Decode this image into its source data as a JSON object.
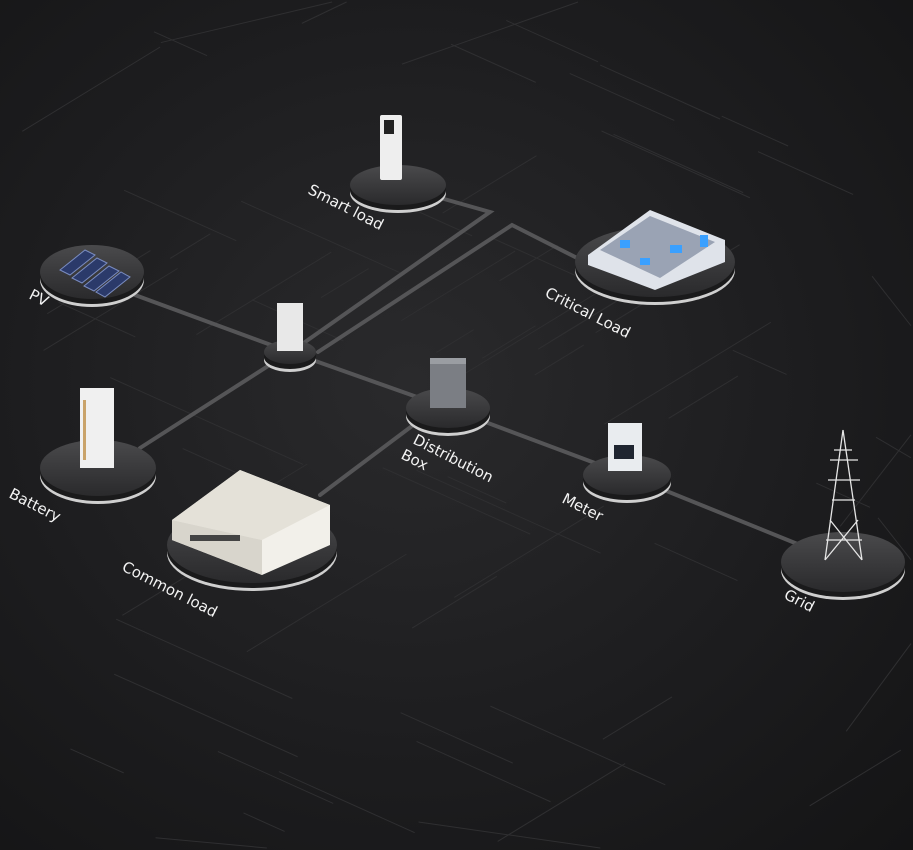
{
  "nodes": {
    "smart_load": {
      "label": "Smart load",
      "icon": "ev-charger-icon"
    },
    "pv": {
      "label": "PV",
      "icon": "solar-panel-icon"
    },
    "critical_load": {
      "label": "Critical Load",
      "icon": "factory-floor-icon"
    },
    "battery": {
      "label": "Battery",
      "icon": "battery-rack-icon"
    },
    "distribution_box": {
      "label_line1": "Distribution",
      "label_line2": "Box",
      "icon": "cabinet-icon"
    },
    "meter": {
      "label": "Meter",
      "icon": "power-meter-icon"
    },
    "common_load": {
      "label": "Common load",
      "icon": "building-icon"
    },
    "grid": {
      "label": "Grid",
      "icon": "transmission-tower-icon"
    },
    "hub": {
      "icon": "inverter-icon"
    }
  },
  "colors": {
    "background": "#1c1c1e",
    "line": "#5a5a5c",
    "platform": "#3a3a3c",
    "label": "#f2f2f2"
  }
}
